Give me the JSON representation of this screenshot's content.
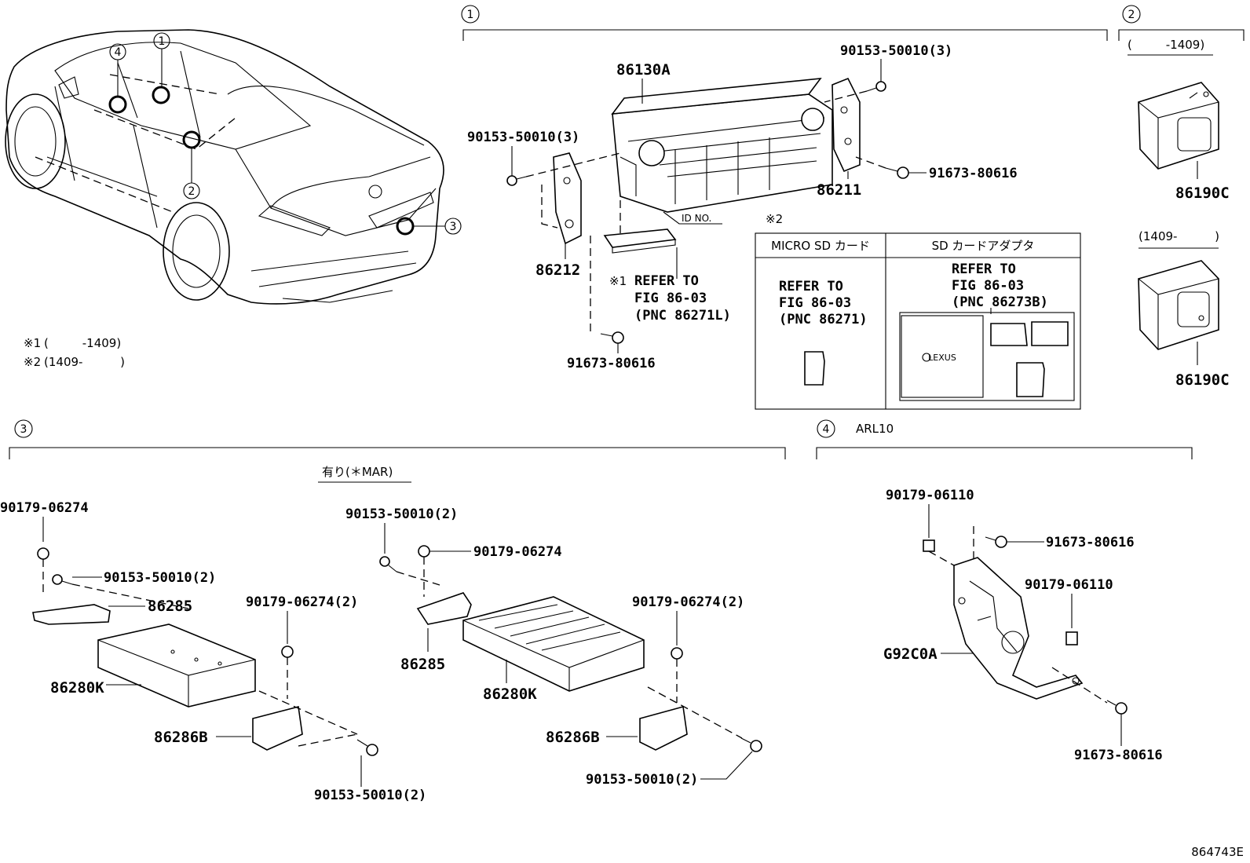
{
  "diagram_id": "864743E",
  "footnotes": [
    {
      "mark": "※1",
      "text": "(         -1409)"
    },
    {
      "mark": "※2",
      "text": "(1409-          )"
    }
  ],
  "callouts": [
    "1",
    "2",
    "3",
    "4"
  ],
  "section1": {
    "number": "1",
    "parts": {
      "head_unit": "86130A",
      "bracket_right": "86211",
      "bracket_left": "86212",
      "screw_top": "90153-50010(3)",
      "screw_left": "90153-50010(3)",
      "bolt_right": "91673-80616",
      "bolt_bottom": "91673-80616"
    },
    "id_no": "ID NO.",
    "refer1": {
      "mark": "※1",
      "lines": [
        "REFER TO",
        "FIG 86-03",
        "(PNC 86271L)"
      ]
    },
    "sd_table": {
      "mark": "※2",
      "col1_header": "MICRO SD カード",
      "col2_header": "SD カードアダプタ",
      "col1_refer": [
        "REFER TO",
        "FIG 86-03",
        "(PNC 86271)"
      ],
      "col2_refer": [
        "REFER TO",
        "FIG 86-03",
        "(PNC 86273B)"
      ],
      "brand": "LEXUS"
    }
  },
  "section2": {
    "number": "2",
    "range_top": "(         -1409)",
    "range_bottom": "(1409-          )",
    "part_top": "86190C",
    "part_bottom": "86190C"
  },
  "section3": {
    "number": "3",
    "option_label": "有り(＊MAR)",
    "left": {
      "nut_top": "90179-06274",
      "screw_top": "90153-50010(2)",
      "bracket_top": "86285",
      "amp": "86280K",
      "nut_right": "90179-06274(2)",
      "bracket_bottom": "86286B",
      "screw_bottom": "90153-50010(2)"
    },
    "right": {
      "screw_top": "90153-50010(2)",
      "nut_top": "90179-06274",
      "bracket_top": "86285",
      "amp": "86280K",
      "nut_right": "90179-06274(2)",
      "bracket_bottom": "86286B",
      "screw_bottom": "90153-50010(2)"
    }
  },
  "section4": {
    "number": "4",
    "model": "ARL10",
    "nut_top": "90179-06110",
    "bolt_top": "91673-80616",
    "nut_mid": "90179-06110",
    "module": "G92C0A",
    "bolt_bottom": "91673-80616"
  }
}
